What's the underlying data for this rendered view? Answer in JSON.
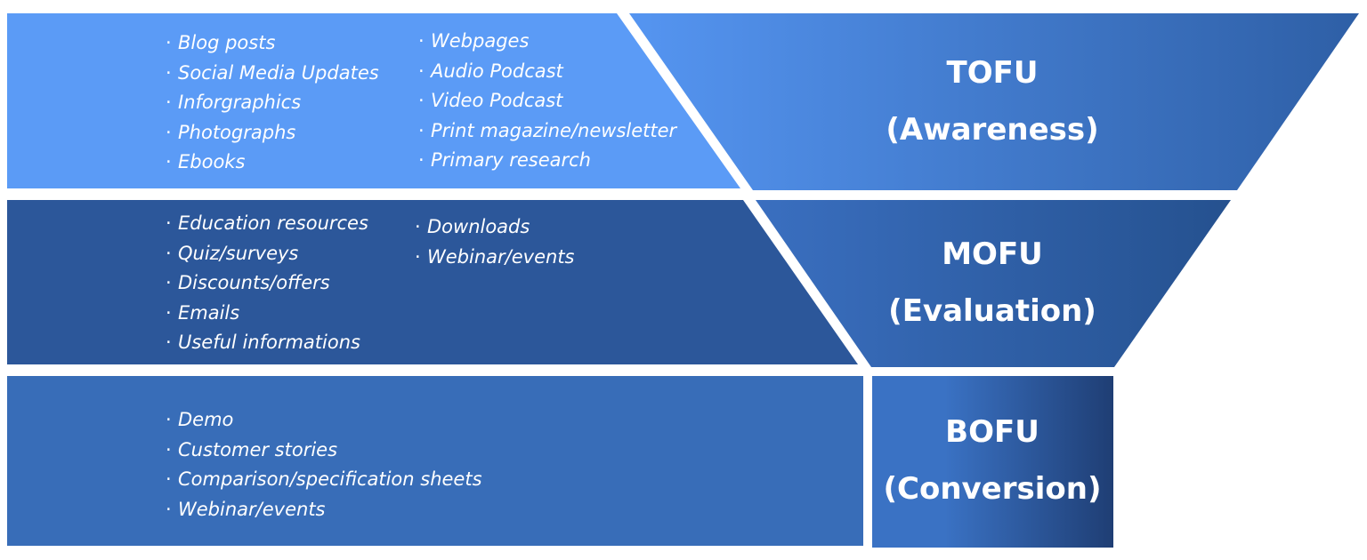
{
  "colors": {
    "tofu_list_bg": "#5b9bf6",
    "tofu_funnel_from": "#5595f1",
    "tofu_funnel_to": "#2e5fa6",
    "mofu_list_bg": "#2c579a",
    "mofu_funnel_from": "#3a6fc0",
    "mofu_funnel_to": "#25518f",
    "bofu_list_bg": "#386db8",
    "bofu_funnel_from": "#3a72c4",
    "bofu_funnel_to": "#1f3e74",
    "text": "#ffffff"
  },
  "tofu": {
    "title": "TOFU",
    "subtitle": "(Awareness)",
    "items_left": [
      "Blog posts",
      "Social Media Updates",
      "Inforgraphics",
      "Photographs",
      "Ebooks"
    ],
    "items_right": [
      "Webpages",
      "Audio Podcast",
      "Video Podcast",
      "Print magazine/newsletter",
      "Primary research"
    ]
  },
  "mofu": {
    "title": "MOFU",
    "subtitle": "(Evaluation)",
    "items_left": [
      "Education resources",
      "Quiz/surveys",
      "Discounts/offers",
      "Emails",
      "Useful informations"
    ],
    "items_right": [
      "Downloads",
      "Webinar/events"
    ]
  },
  "bofu": {
    "title": "BOFU",
    "subtitle": "(Conversion)",
    "items_left": [
      "Demo",
      "Customer stories",
      "Comparison/specification sheets",
      "Webinar/events"
    ]
  }
}
